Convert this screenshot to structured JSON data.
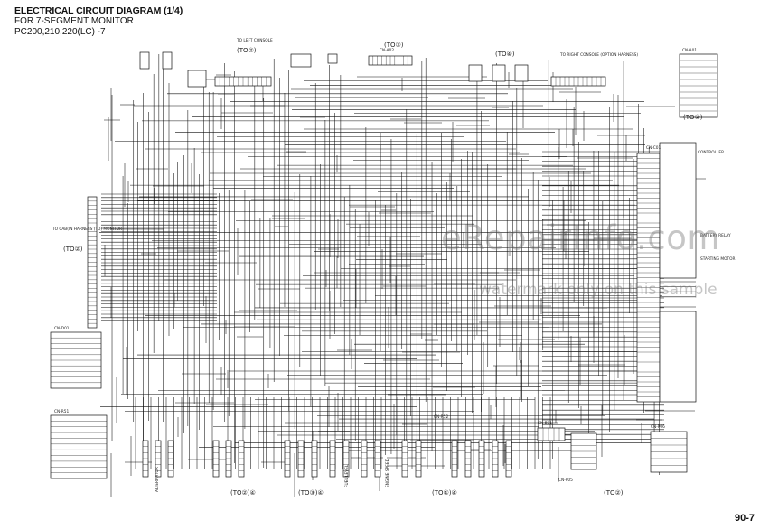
{
  "title": {
    "line1": "ELECTRICAL CIRCUIT DIAGRAM (1/4)",
    "line2": "FOR 7-SEGMENT MONITOR",
    "line3": "PC200,210,220(LC) -7"
  },
  "page_number": "90-7",
  "watermark": {
    "main": "eRepairInfo.com",
    "sub": "watermark only on this sample"
  },
  "connectors": {
    "cn_d01": "CN-D01",
    "cn_r51": "CN-R51",
    "cn_r52": "CN-R52",
    "cn_a01": "CN-A01",
    "cn_a02": "CN-A02",
    "cn_c01": "CN-C01",
    "cn_p05": "CN-P05",
    "cn_p06": "CN-P06",
    "cn_e01": "CN-E01"
  },
  "reference_tags": {
    "to_2_a": "(TO②)",
    "to_2_b": "(TO②)④",
    "to_3": "(TO③)",
    "to_3_b": "(TO③)④",
    "to_4": "(TO④)",
    "to_4_b": "(TO④)④",
    "to_2_c": "(TO②)",
    "to_2_d": "(TO②)",
    "to_2_e": "(TO②)"
  },
  "side_labels": {
    "to_cab_harness": "TO CAB(IN HARNESS (TO) MONITOR",
    "to_left_console": "TO LEFT CONSOLE",
    "to_right_console": "TO RIGHT CONSOLE (OPTION HARNESS)",
    "controller": "CONTROLLER",
    "battery_relay": "BATTERY RELAY",
    "starting_motor": "STARTING MOTOR",
    "fuel_level": "FUEL LEVEL",
    "engine_speed": "ENGINE SPEED",
    "alternator": "ALTERNATOR"
  }
}
